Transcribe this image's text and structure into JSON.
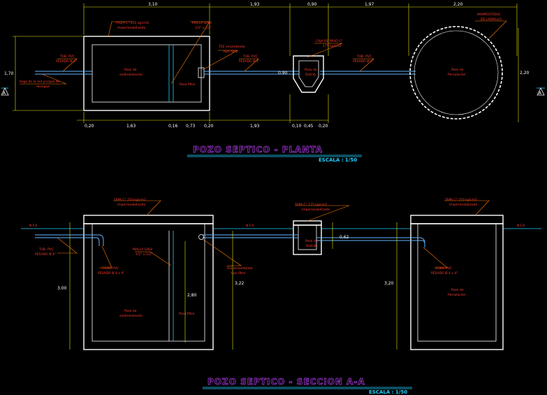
{
  "plan": {
    "title": "POZO SEPTICO  - PLANTA",
    "scale": "ESCALA : 1/50",
    "top_dims": [
      "3,10",
      "1,93",
      "0,90",
      "1,97",
      "2,20"
    ],
    "bottom_dims": [
      "0,20",
      "1,63",
      "0,16",
      "0,73",
      "0,20",
      "1,93",
      "0,10",
      "0,45",
      "0,20"
    ],
    "left_dim": "1,70",
    "mid_dim": "0,90",
    "right_dim": "2,20",
    "section_marker": "A",
    "labels": {
      "poza_title": "POZA C° 210 kg/cm2",
      "poza_sub": "impermeabilizado",
      "malla": "MALLA GALV",
      "malla_sub": "1/2\" x 1/2\"",
      "tee": "TEE ensamblada",
      "tee_sub": "tipo filtro",
      "tub1": "TUB. PVC",
      "tub1_sub": "PESADO Ø 4\"",
      "tub2": "TUB. PVC",
      "tub2_sub": "PESADO Ø 4\"",
      "tub3": "TUB. PVC",
      "tub3_sub": "PESADO Ø 4\"",
      "caja": "CAJA DE PASO C°",
      "caja_sub": "175 kg/cm2",
      "mamp": "MAMPOSTERIA",
      "mamp_sub": "DE LADRILLO",
      "llega": "llega de la red pricipal de",
      "llega_sub": "desague",
      "pozo_sed": "Pozo de",
      "pozo_sed_sub": "sedimentación",
      "pozo_filtro": "Poza filtro",
      "pozo_dist": "Pozo de",
      "pozo_dist_sub": "Distrib.",
      "pozo_perc": "Pozo de",
      "pozo_perc_sub": "Percolación"
    }
  },
  "section": {
    "title": "POZO SEPTICO  - SECCION A-A",
    "scale": "ESCALA : 1/50",
    "dims": [
      "3,00",
      "2,80",
      "3,22",
      "3,20",
      "0,62"
    ],
    "labels": {
      "tapa1": "TAPA C° 210 kg/cm2",
      "tapa1_sub": "impermeabilizado",
      "tapa2": "TAPA C° 175 kg/cm2",
      "tapa2_sub": "impermeabilizado",
      "tapa3": "TAPA C° 210 kg/cm2",
      "tapa3_sub": "impermeabilizado",
      "nfa1": "N.F.A.",
      "nfa2": "N.F.A.",
      "nfa3": "N.F.A.",
      "tub": "TUB. PVC",
      "tub_sub": "PESADO Ø 4\"",
      "codo1": "CODO PVC",
      "codo1_sub": "PESADO Ø 4 x 4\"",
      "codo2": "CODO PVC",
      "codo2_sub": "PESADO Ø 4 x 4\"",
      "malla": "MALLA GALV",
      "malla_sub": "1/2\" x 1/2\"",
      "tee": "TEE ensamblada",
      "tee_sub": "tipo filtro",
      "pozo_sed": "Pozo de",
      "pozo_sed_sub": "sedimentación",
      "pozo_filtro": "Poza filtro",
      "pozo_dist": "Pozo de",
      "pozo_dist_sub": "Distrib.",
      "pozo_perc": "Pozo de",
      "pozo_perc_sub": "Percolación"
    }
  }
}
